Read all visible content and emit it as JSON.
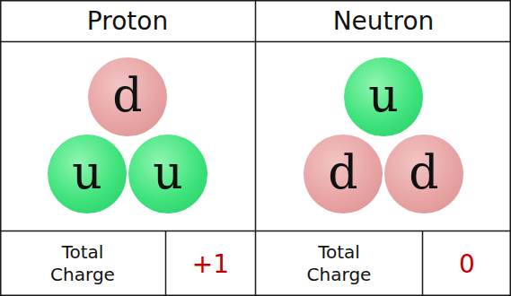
{
  "diagram": {
    "nodes": [
      {
        "text": [
          "d"
        ]
      },
      {
        "text": [
          "u"
        ]
      },
      {
        "text": [
          "u"
        ]
      },
      {
        "text": [
          "u"
        ]
      },
      {
        "text": [
          "d"
        ]
      },
      {
        "text": [
          "d"
        ]
      }
    ],
    "labels": [
      "Proton",
      "Neutron",
      "Total Charge",
      "+1",
      "Total Charge",
      "0"
    ]
  }
}
